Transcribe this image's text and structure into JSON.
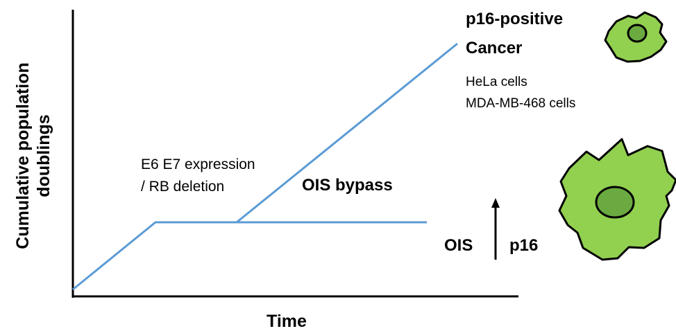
{
  "axes": {
    "x_label": "Time",
    "y_label_line1": "Cumulative population",
    "y_label_line2": "doublings"
  },
  "labels": {
    "e6e7_line1": "E6 E7 expression",
    "e6e7_line2": "/ RB deletion",
    "ois_bypass": "OIS bypass",
    "ois": "OIS",
    "p16": "p16",
    "p16_positive": "p16-positive",
    "cancer": "Cancer",
    "hela": "HeLa cells",
    "mda": "MDA-MB-468 cells"
  },
  "colors": {
    "curve": "#5b9bd5",
    "cell_fill": "#92d050",
    "nucleus_fill": "#6aaa40",
    "outline": "#000000"
  },
  "icons": {
    "small_cell": "cancer-cell-icon",
    "large_cell": "senescent-cell-icon",
    "arrow": "up-arrow-icon"
  }
}
